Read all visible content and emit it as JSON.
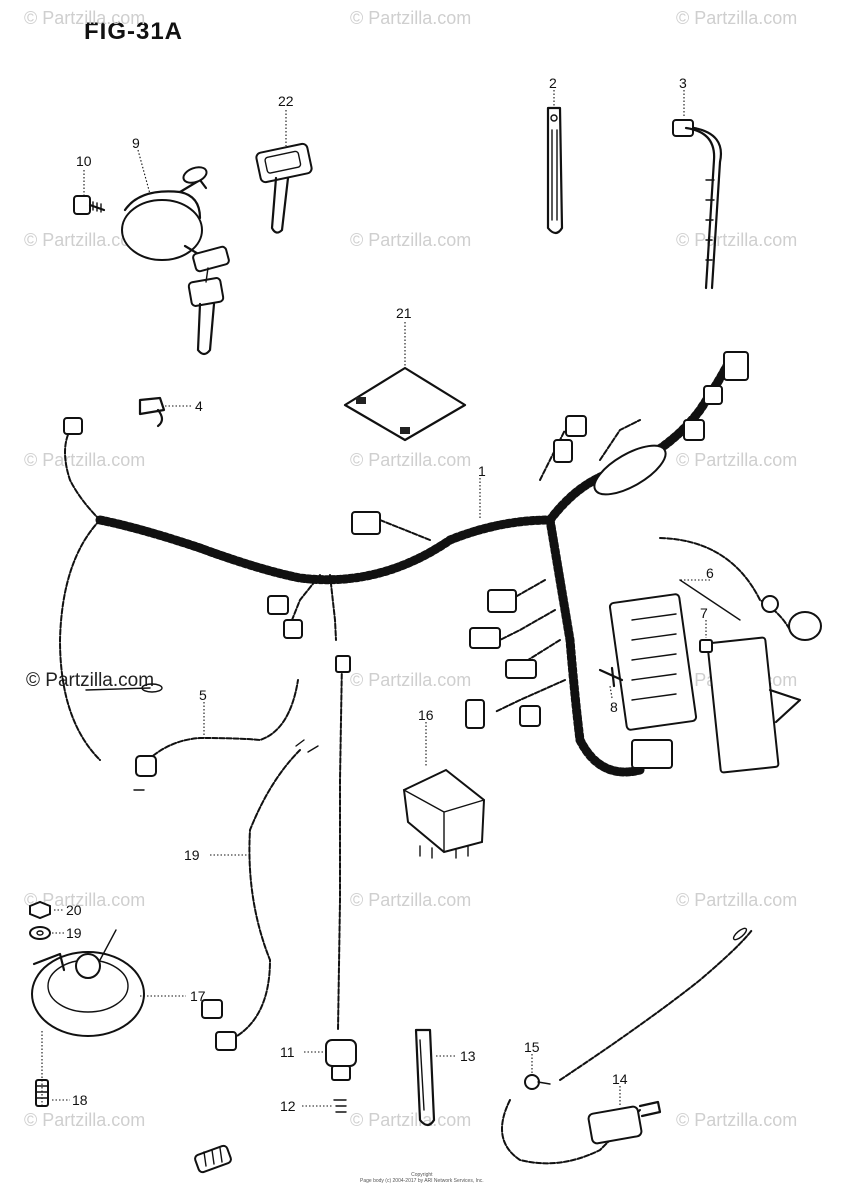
{
  "figure": {
    "title": "FIG-31A"
  },
  "watermarks": {
    "text": "© Partzilla.com",
    "labeled_text": "© Partzilla.com"
  },
  "callouts": [
    "1",
    "2",
    "3",
    "4",
    "5",
    "6",
    "7",
    "8",
    "9",
    "10",
    "11",
    "12",
    "13",
    "14",
    "15",
    "16",
    "17",
    "18",
    "19",
    "19",
    "20",
    "21",
    "22"
  ],
  "copyright": {
    "line1": "Copyright",
    "line2": "Page body (c) 2004-2017 by ARI Network Services, Inc."
  }
}
